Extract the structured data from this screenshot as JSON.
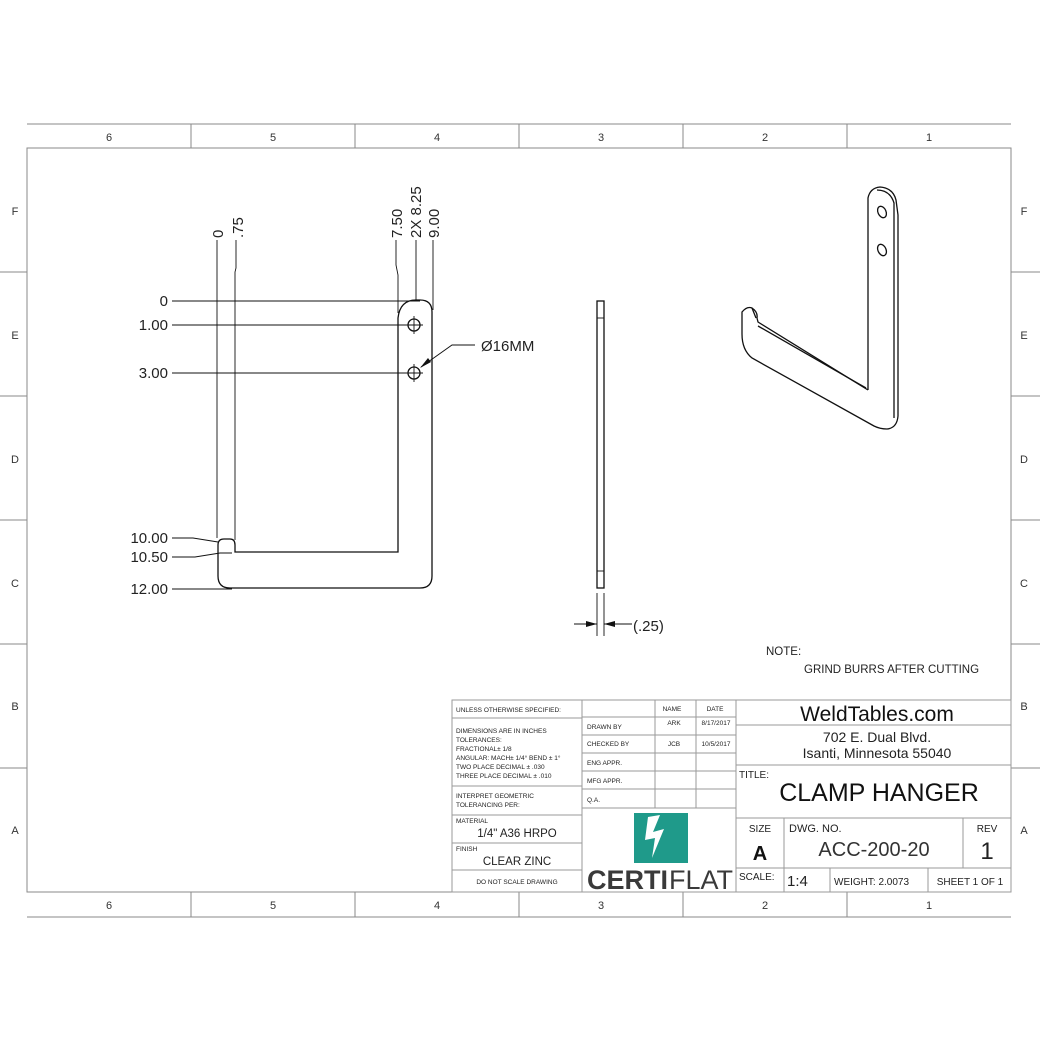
{
  "zones": {
    "columns": [
      "6",
      "5",
      "4",
      "3",
      "2",
      "1"
    ],
    "rows": [
      "F",
      "E",
      "D",
      "C",
      "B",
      "A"
    ]
  },
  "front_view": {
    "horizontal_dims": [
      "0",
      ".75",
      "7.50",
      "2X 8.25",
      "9.00"
    ],
    "vertical_dims": [
      "0",
      "1.00",
      "3.00",
      "10.00",
      "10.50",
      "12.00"
    ],
    "hole_callout": "Ø16MM"
  },
  "side_view": {
    "thickness_dim": "(.25)"
  },
  "note": {
    "label": "NOTE:",
    "text": "GRIND BURRS AFTER CUTTING"
  },
  "title_block": {
    "unless": "UNLESS OTHERWISE SPECIFIED:",
    "tolerances": [
      "DIMENSIONS ARE IN INCHES",
      "TOLERANCES:",
      "FRACTIONAL± 1/8",
      "ANGULAR: MACH± 1/4° BEND ± 1°",
      "TWO PLACE DECIMAL   ± .030",
      "THREE PLACE DECIMAL  ± .010"
    ],
    "interpret": [
      "INTERPRET GEOMETRIC",
      "TOLERANCING PER:"
    ],
    "material_label": "MATERIAL",
    "material": "1/4\" A36 HRPO",
    "finish_label": "FINISH",
    "finish": "CLEAR ZINC",
    "do_not_scale": "DO NOT SCALE DRAWING",
    "name_header": "NAME",
    "date_header": "DATE",
    "drawn_by_label": "DRAWN BY",
    "drawn_by_name": "ARK",
    "drawn_by_date": "8/17/2017",
    "checked_by_label": "CHECKED BY",
    "checked_by_name": "JCB",
    "checked_by_date": "10/5/2017",
    "eng_appr": "ENG APPR.",
    "mfg_appr": "MFG APPR.",
    "qa": "Q.A.",
    "logo": {
      "bold": "CERTI",
      "light": "FLAT",
      "color": "#1f9a8a"
    },
    "company": "WeldTables.com",
    "address1": "702 E. Dual Blvd.",
    "address2": "Isanti, Minnesota 55040",
    "title_label": "TITLE:",
    "title": "CLAMP HANGER",
    "size_label": "SIZE",
    "size": "A",
    "dwg_no_label": "DWG.  NO.",
    "dwg_no": "ACC-200-20",
    "rev_label": "REV",
    "rev": "1",
    "scale_label": "SCALE:",
    "scale": "1:4",
    "weight": "WEIGHT: 2.0073",
    "sheet": "SHEET 1  OF 1"
  }
}
